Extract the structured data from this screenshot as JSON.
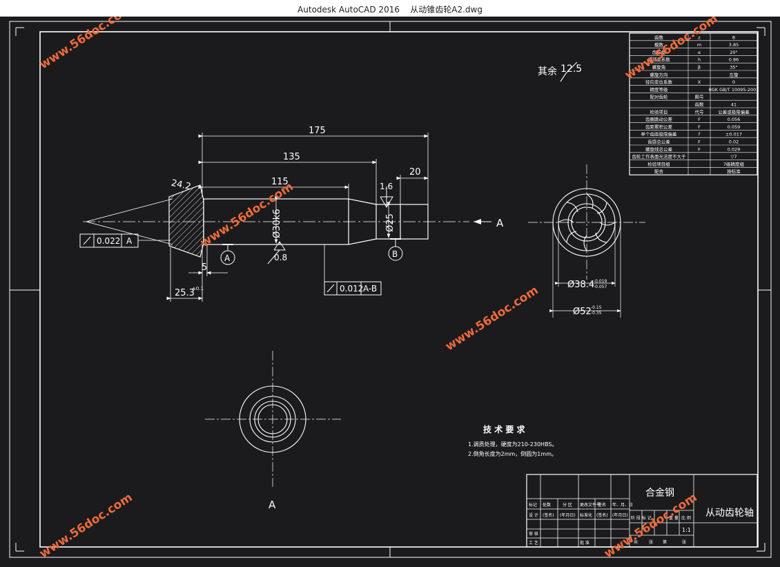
{
  "titlebar": {
    "app": "Autodesk AutoCAD 2016",
    "file": "从动锥齿轮A2.dwg"
  },
  "watermark": "www.56doc.com",
  "drawing": {
    "dims": {
      "d175": "175",
      "d135": "135",
      "d115": "115",
      "d20": "20",
      "d24": "24.2",
      "d253": "25.3",
      "d253_tol": "±0.1",
      "d5": "5",
      "phi30": "Ø30k6",
      "phi25": "Ø25",
      "phi384": "Ø38.4",
      "phi384_up": "-0.019",
      "phi384_lo": "-0.057",
      "phi52": "Ø52",
      "phi52_up": "-0.15",
      "phi52_lo": "-0.35"
    },
    "rough": {
      "r16": "1.6",
      "r08": "0.8",
      "rest_label": "其余",
      "rest_value": "12.5"
    },
    "tolerance": {
      "t1_value": "0.022",
      "t1_ref": "A",
      "t2_value": "0.012",
      "t2_ref": "A-B"
    },
    "datums": {
      "a": "A",
      "b": "B"
    },
    "section": {
      "arrow_label": "A",
      "view_label": "A"
    },
    "notes": {
      "title": "技 术 要 求",
      "line1": "1.调质处理，硬度为210-230HBS。",
      "line2": "2.倒角长度为2mm，倒圆为1mm。"
    }
  },
  "params_table": [
    [
      "齿数",
      "z",
      "8"
    ],
    [
      "模数",
      "m",
      "3.85"
    ],
    [
      "齿形角",
      "α",
      "20°"
    ],
    [
      "齿顶高系数",
      "h",
      "0.86"
    ],
    [
      "螺旋角",
      "β",
      "35°"
    ],
    [
      "螺旋方向",
      "",
      "左旋"
    ],
    [
      "径向变位系数",
      "X",
      "0"
    ],
    [
      "精度等级",
      "",
      "8GK GB/T 10095-2001"
    ],
    [
      "配对齿轮",
      "图号",
      ""
    ],
    [
      "",
      "齿数",
      "41"
    ],
    [
      "检验项目",
      "代号",
      "公差或极限偏差"
    ],
    [
      "齿圈跳动公差",
      "F",
      "0.056"
    ],
    [
      "齿距累积公差",
      "F",
      "0.059"
    ],
    [
      "单个齿距极限偏差",
      "f",
      "±0.017"
    ],
    [
      "齿廓总公差",
      "F",
      "0.02"
    ],
    [
      "螺旋线总公差",
      "F",
      "0.029"
    ],
    [
      "齿轮工作表面光洁度不大于",
      "",
      "▽7"
    ],
    [
      "检验项目组",
      "",
      "7级精度组"
    ],
    [
      "配合",
      "",
      "按标准"
    ]
  ],
  "title_block": {
    "material": "合金钢",
    "part_name": "从动齿轮轴",
    "scale": "1:1",
    "row1": [
      "标记",
      "处数",
      "分 区",
      "更改文件号",
      "签名",
      "年、月、日"
    ],
    "row2": [
      "设 计",
      "(签名)",
      "(年月日)",
      "标准化",
      "(签名)",
      "(年月日)"
    ],
    "row3": [
      "审 核"
    ],
    "row4": [
      "工 艺",
      "批 准"
    ],
    "right_labels": [
      "阶 段 标 记",
      "重 量",
      "比 例"
    ],
    "sheet": [
      "共",
      "张",
      "第",
      "张"
    ]
  }
}
